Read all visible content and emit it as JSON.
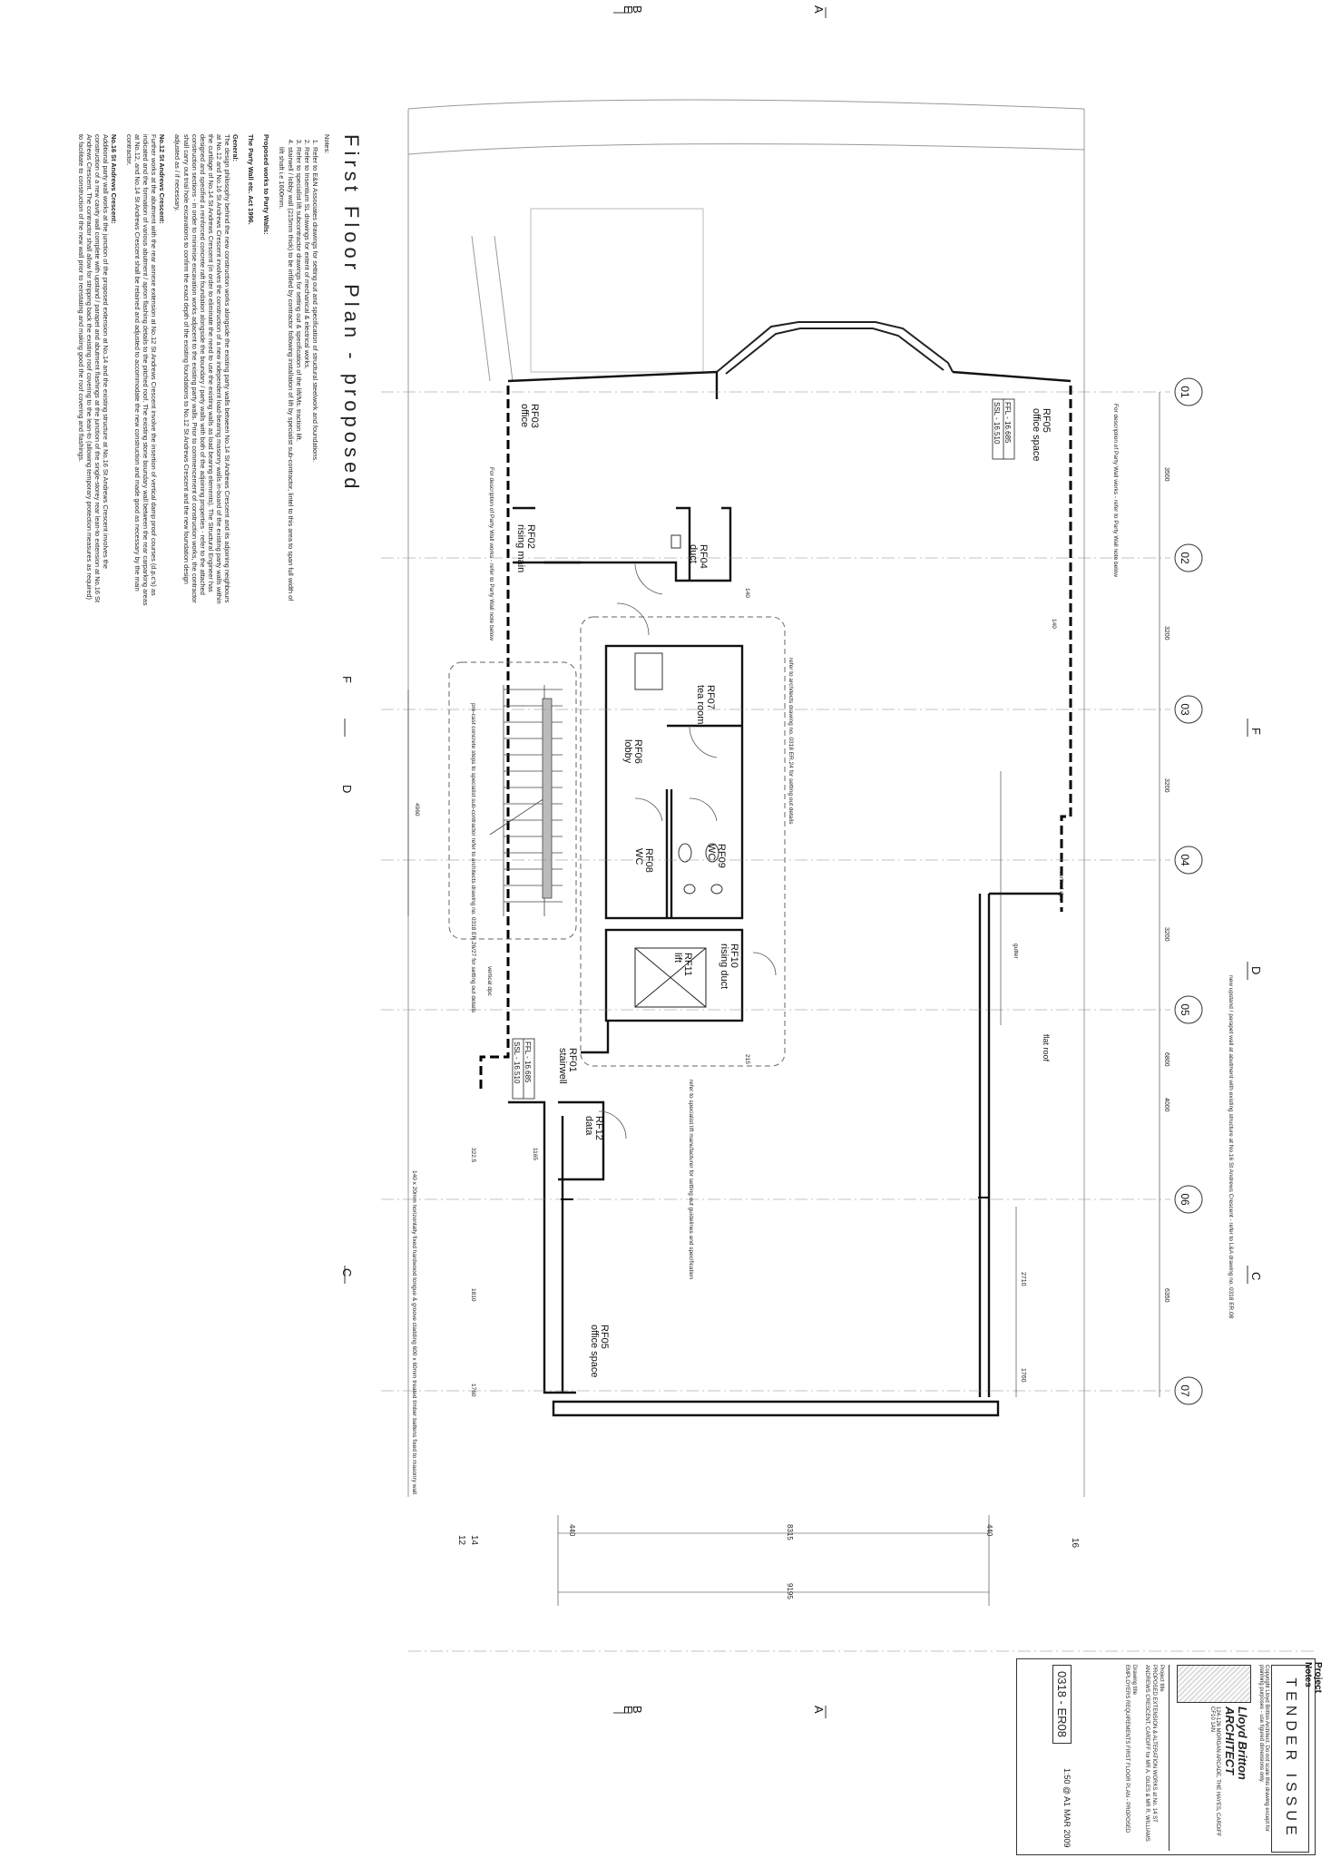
{
  "sheet": {
    "title": "First Floor Plan - proposed",
    "notes_heading": "Notes:",
    "notes": [
      "Refer to E&N Associates drawings for setting out and specification of structural steelwork and foundations.",
      "Refer to Insentium SL drawings for extent of mechanical & electrical works.",
      "Refer to specialist lift subcontractor drawings for setting out & specification of the lift/Ms. traction lift.",
      "stairwell / lobby wall (215mm thick) to be infilled by contractor following installation of lift by specialist sub-contractor, lintel to this area to span full width of lift shaft i.e 1600mm."
    ],
    "party_wall_heading": "Proposed works to Party Walls:",
    "party_wall_act": "The Party Wall etc. Act 1996.",
    "general_heading": "General:",
    "general_text": "The design philosophy behind the new construction works alongside the existing party walls between No.14 St Andrews Crescent and its adjoining neighbours at No.12 and No.16 St Andrews Crescent involves the construction of a new independent load-bearing masonry walls in-board of the existing party walls within the curtilage of No.14 St Andrews Crescent (in order to eliminate the need to use the existing walls as load bearing elements). The Structural Engineer has designed and specified a reinforced concrete raft foundation alongside the boundary / party walls with both of the adjoining properties - refer to the attached construction sections - in order to minimise excavation works adjacent to the existing party walls. Prior to commencement of construction works, the contractor shall carry out trial hole excavations to confirm the exact depth of the existing foundations to No.12 St Andrews Crescent and the new foundation design adjusted as / if necessary.",
    "no12_heading": "No.12 St Andrews Crescent:",
    "no12_text": "Further works at the abutment with the rear annexe extension at No.12 St Andrews Crescent involve the insertion of vertical damp proof courses (d.p.c's) as indicated and the formation of various abutment / apron flashing details to the pitched roof. The existing stone boundary wall between the rear carparking areas at No.12, and No.14 St Andrews Crescent shall be retained and adjusted to accommodate the new construction and made good as necessary by the main contractor.",
    "no16_heading": "No.16 St Andrews Crescent:",
    "no16_text": "Additional party wall works at the junction of the proposed extension at No.14 and the existing structure at No.16 St Andrews Crescent involves the construction of a new cavity wall complete with upstand / parapet and abutment flashings at the junction of the single-storey rear lean-to extension at No.16 St Andrews Crescent. The contractor shall allow for stripping back the existing roof covering to the lean-to (allowing temporary protection measures as required) to facilitate to construction of the new wall prior to reinstating and making good the roof covering and flashings."
  },
  "grid_bubbles": [
    "01",
    "02",
    "03",
    "04",
    "05",
    "06",
    "07"
  ],
  "grid_dims": [
    "3500",
    "3200",
    "3200",
    "3200",
    "6800",
    "4000",
    "6350",
    "2710",
    "1760"
  ],
  "section_marks": {
    "A": "A",
    "B": "B",
    "E": "E",
    "C": "C",
    "D": "D",
    "F": "F"
  },
  "rooms": [
    {
      "code": "RF03",
      "name": "office"
    },
    {
      "code": "RF05",
      "name": "office space"
    },
    {
      "code": "RF02",
      "name": "rising main"
    },
    {
      "code": "RF04",
      "name": "duct"
    },
    {
      "code": "RF07",
      "name": "tea room"
    },
    {
      "code": "RF06",
      "name": "lobby"
    },
    {
      "code": "RF08",
      "name": "WC"
    },
    {
      "code": "RF09",
      "name": "WC"
    },
    {
      "code": "RF10",
      "name": "rising duct"
    },
    {
      "code": "RF11",
      "name": "lift"
    },
    {
      "code": "RF01",
      "name": "stairwell"
    },
    {
      "code": "RF12",
      "name": "data"
    },
    {
      "code": "RF05",
      "name": "office space"
    }
  ],
  "levels": {
    "rf05_ffl": "FFL - 16.685",
    "rf05_ssl": "SSL - 16.510",
    "rf01_ffl": "FFL - 16.685",
    "rf01_ssl": "SSL - 16.510"
  },
  "annotations": {
    "party_wall_note_1": "For description of Party Wall works - refer to Party Wall note below",
    "party_wall_note_2": "For description of Party Wall works - refer to Party Wall note below",
    "tea_room_note": "refer to architects drawing no. 0318 ER.24 for setting out details",
    "stair_note": "pre-cast concrete steps to specialist sub-contractor refer to architects drawing no. 0318 ER.26/27 for setting out details",
    "lift_note": "refer to specialist lift manufacturer for setting out guidelines and specification",
    "upstand_note": "new upstand / parapet wall at abutment with existing structure at No.16 St Andrews Crescent - refer to L&A drawing no. 0318 ER.08",
    "flat_roof": "flat roof",
    "gutter": "gutter",
    "vertical_dpc": "vertical dpc",
    "timber_note": "140 x 20mm horizontally fixed hardwood tongue & groove cladding 600 x 60mm treated timber battens fixed to masonry wall",
    "dim_overall": "9195",
    "dim_inner": "8315",
    "dim_440a": "440",
    "dim_440b": "440",
    "dim_1165": "1165",
    "dim_3225": "322.5",
    "dim_1810": "1810",
    "dim_1760": "1760",
    "dim_4960": "4960",
    "dim_140a": "140",
    "dim_140b": "140",
    "dim_215": "215",
    "grid_12": "12",
    "grid_14": "14",
    "grid_16": "16"
  },
  "title_block": {
    "project_notes": "Project Notes",
    "status": "TENDER ISSUE",
    "copyright": "Copyright Lloyd Britton Architect. Do not scale this drawing except for planning purposes - use figured dimensions only.",
    "firm_line1": "Lloyd Britton",
    "firm_line2": "ARCHITECT",
    "firm_address": "124-126 MORGAN ARCADE, THE HAYES, CARDIFF CF10 1AN",
    "project_label": "Project title",
    "project": "PROPOSED EXTENSION & ALTERATION WORKS at No. 14 ST ANDREWS CRESCENT, CARDIFF for MR A. GILES & MR R. WILLIAMS",
    "drawing_label": "Drawing title",
    "drawing_title": "EMPLOYERS REQUIREMENTS FIRST FLOOR PLAN - PROPOSED",
    "drawing_no": "0318 - ER08",
    "scale": "1:50 @ A1",
    "date": "MAR 2009"
  }
}
